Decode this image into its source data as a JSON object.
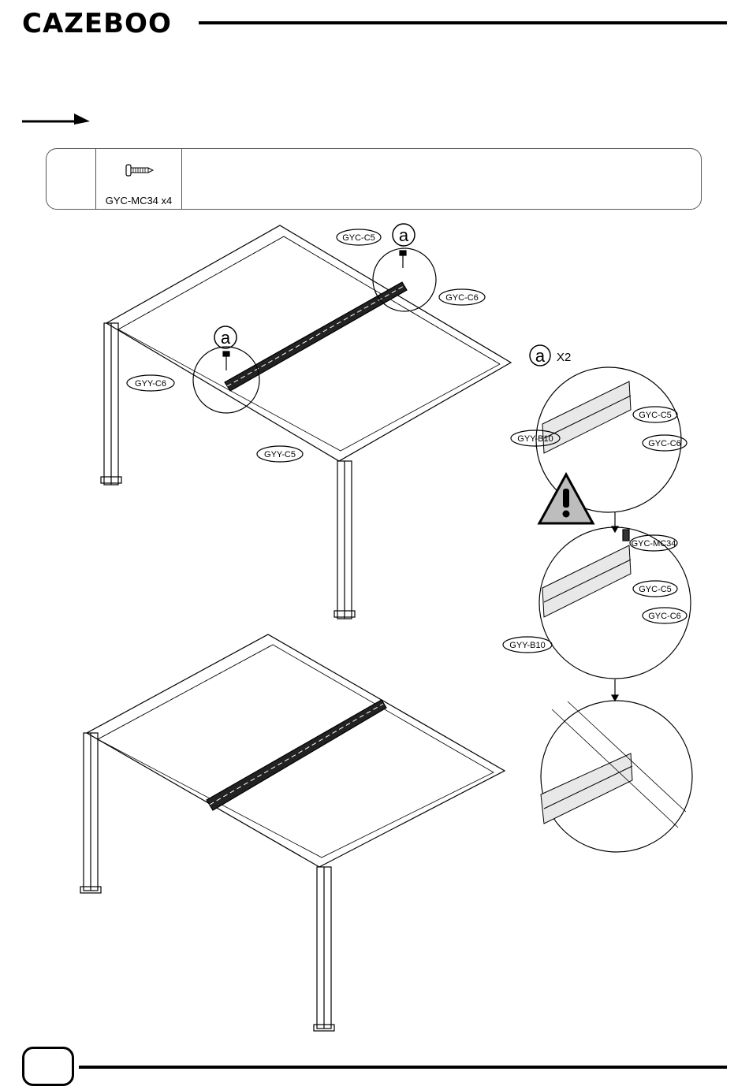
{
  "brand": {
    "logo": "CAZEBOO"
  },
  "parts_box": {
    "part": "GYC-MC34 x4"
  },
  "labels": {
    "gyc_c5": "GYC-C5",
    "gyc_c6": "GYC-C6",
    "gyy_c6": "GYY-C6",
    "gyy_c5": "GYY-C5",
    "gyy_b10": "GYY-B10",
    "gyc_mc34": "GYC-MC34",
    "callout": "a",
    "multiplier": "X2"
  },
  "icons": [
    "arrow-right-icon",
    "screw-icon",
    "warning-icon"
  ],
  "colors": {
    "ink": "#000000",
    "warning_fill": "#bdbdbd"
  }
}
